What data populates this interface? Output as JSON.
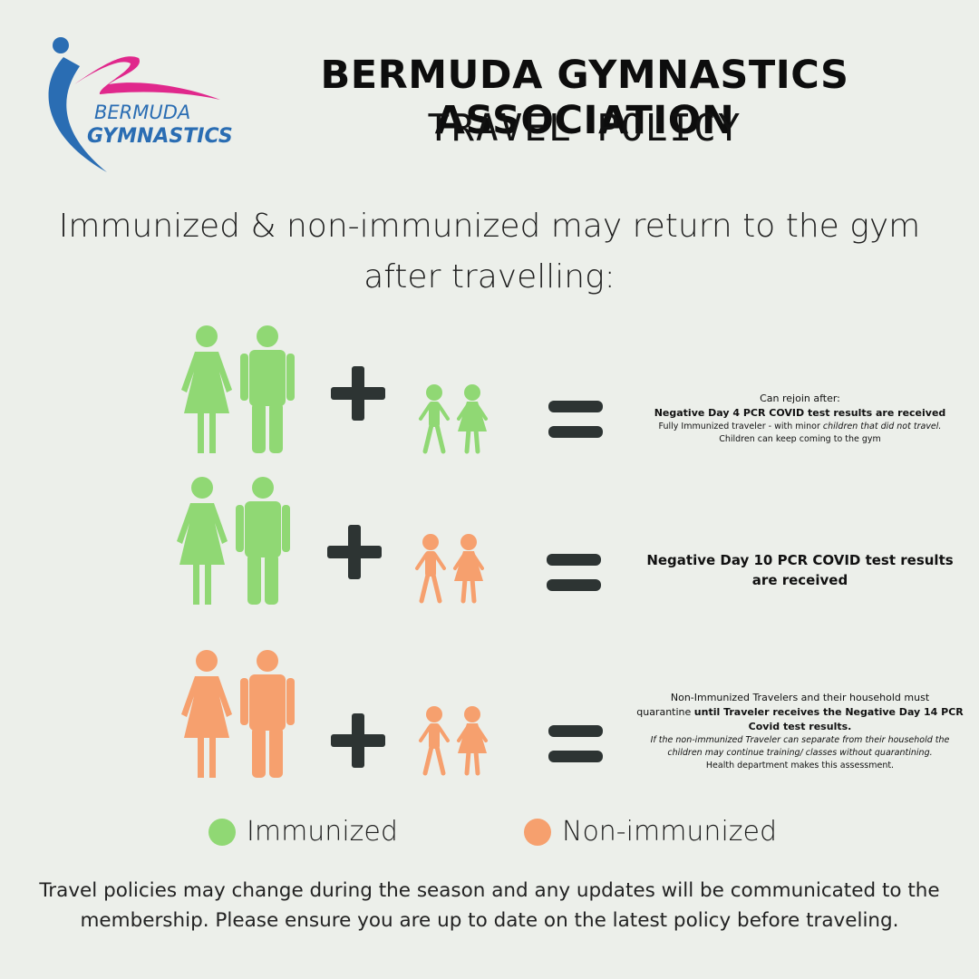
{
  "colors": {
    "immunized": "#90d874",
    "non_immunized": "#f6a06e",
    "operator": "#2d3433",
    "logo_blue": "#2a6db3",
    "logo_pink": "#e0288c"
  },
  "logo": {
    "line1": "BERMUDA",
    "line2": "GYMNASTICS"
  },
  "header": {
    "title": "BERMUDA GYMNASTICS ASSOCIATION",
    "subtitle": "TRAVEL POLICY"
  },
  "intro": "Immunized & non-immunized may return to the gym after travelling:",
  "rows": [
    {
      "adults": "immunized",
      "children": "immunized",
      "line1": "Can rejoin after:",
      "line2": "Negative Day 4 PCR COVID test results are received",
      "line3a": "Fully Immunized traveler - with minor ",
      "line3b": "children that did not travel.",
      "line4": "Children can keep coming to the gym"
    },
    {
      "adults": "immunized",
      "children": "non_immunized",
      "text": "Negative Day 10 PCR COVID test results are received"
    },
    {
      "adults": "non_immunized",
      "children": "non_immunized",
      "line1": "Non-Immunized Travelers and their household must",
      "line2a": "quarantine ",
      "line2b": "until Traveler receives the Negative Day 14 PCR Covid test results.",
      "line3": "If the non-immunized Traveler can separate from their household the children may continue training/ classes without quarantining.",
      "line4": "Health department makes this assessment."
    }
  ],
  "legend": [
    {
      "label": "Immunized",
      "color": "#90d874"
    },
    {
      "label": "Non-immunized",
      "color": "#f6a06e"
    }
  ],
  "footer": "Travel policies may change during the season and any updates will be communicated to the membership. Please ensure you are up to date on the latest policy before traveling."
}
